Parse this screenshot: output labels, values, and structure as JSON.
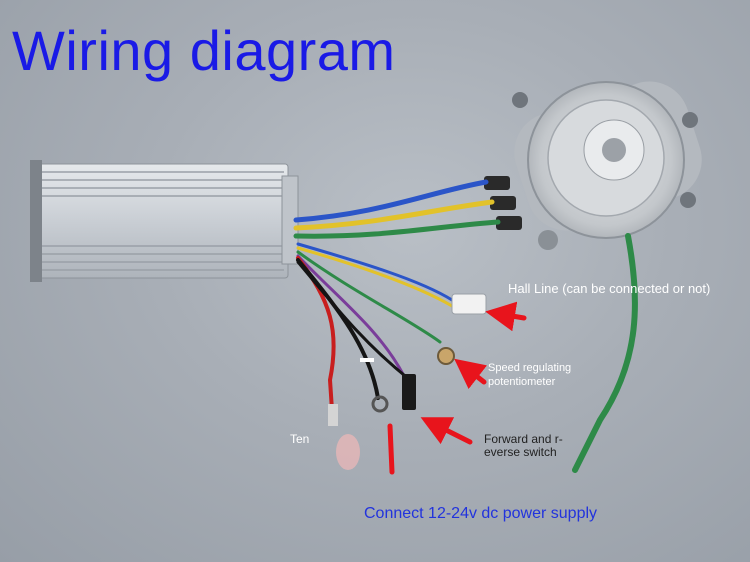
{
  "title": "Wiring diagram",
  "labels": {
    "hall_line": "Hall Line (can be connected or not)",
    "speed_pot": "Speed regulating potentiometer",
    "forward_reverse": "Forward and r-everse switch",
    "ten": "Ten",
    "minus_sign": "-",
    "power_supply": "Connect 12-24v dc power supply"
  },
  "colors": {
    "title": "#1a1ae6",
    "power_text": "#2233dd",
    "arrow": "#e8141c",
    "wire_blue": "#2b55c8",
    "wire_yellow": "#e2c22a",
    "wire_green": "#2e8a48",
    "wire_red": "#c81e1e",
    "wire_black": "#151515"
  }
}
